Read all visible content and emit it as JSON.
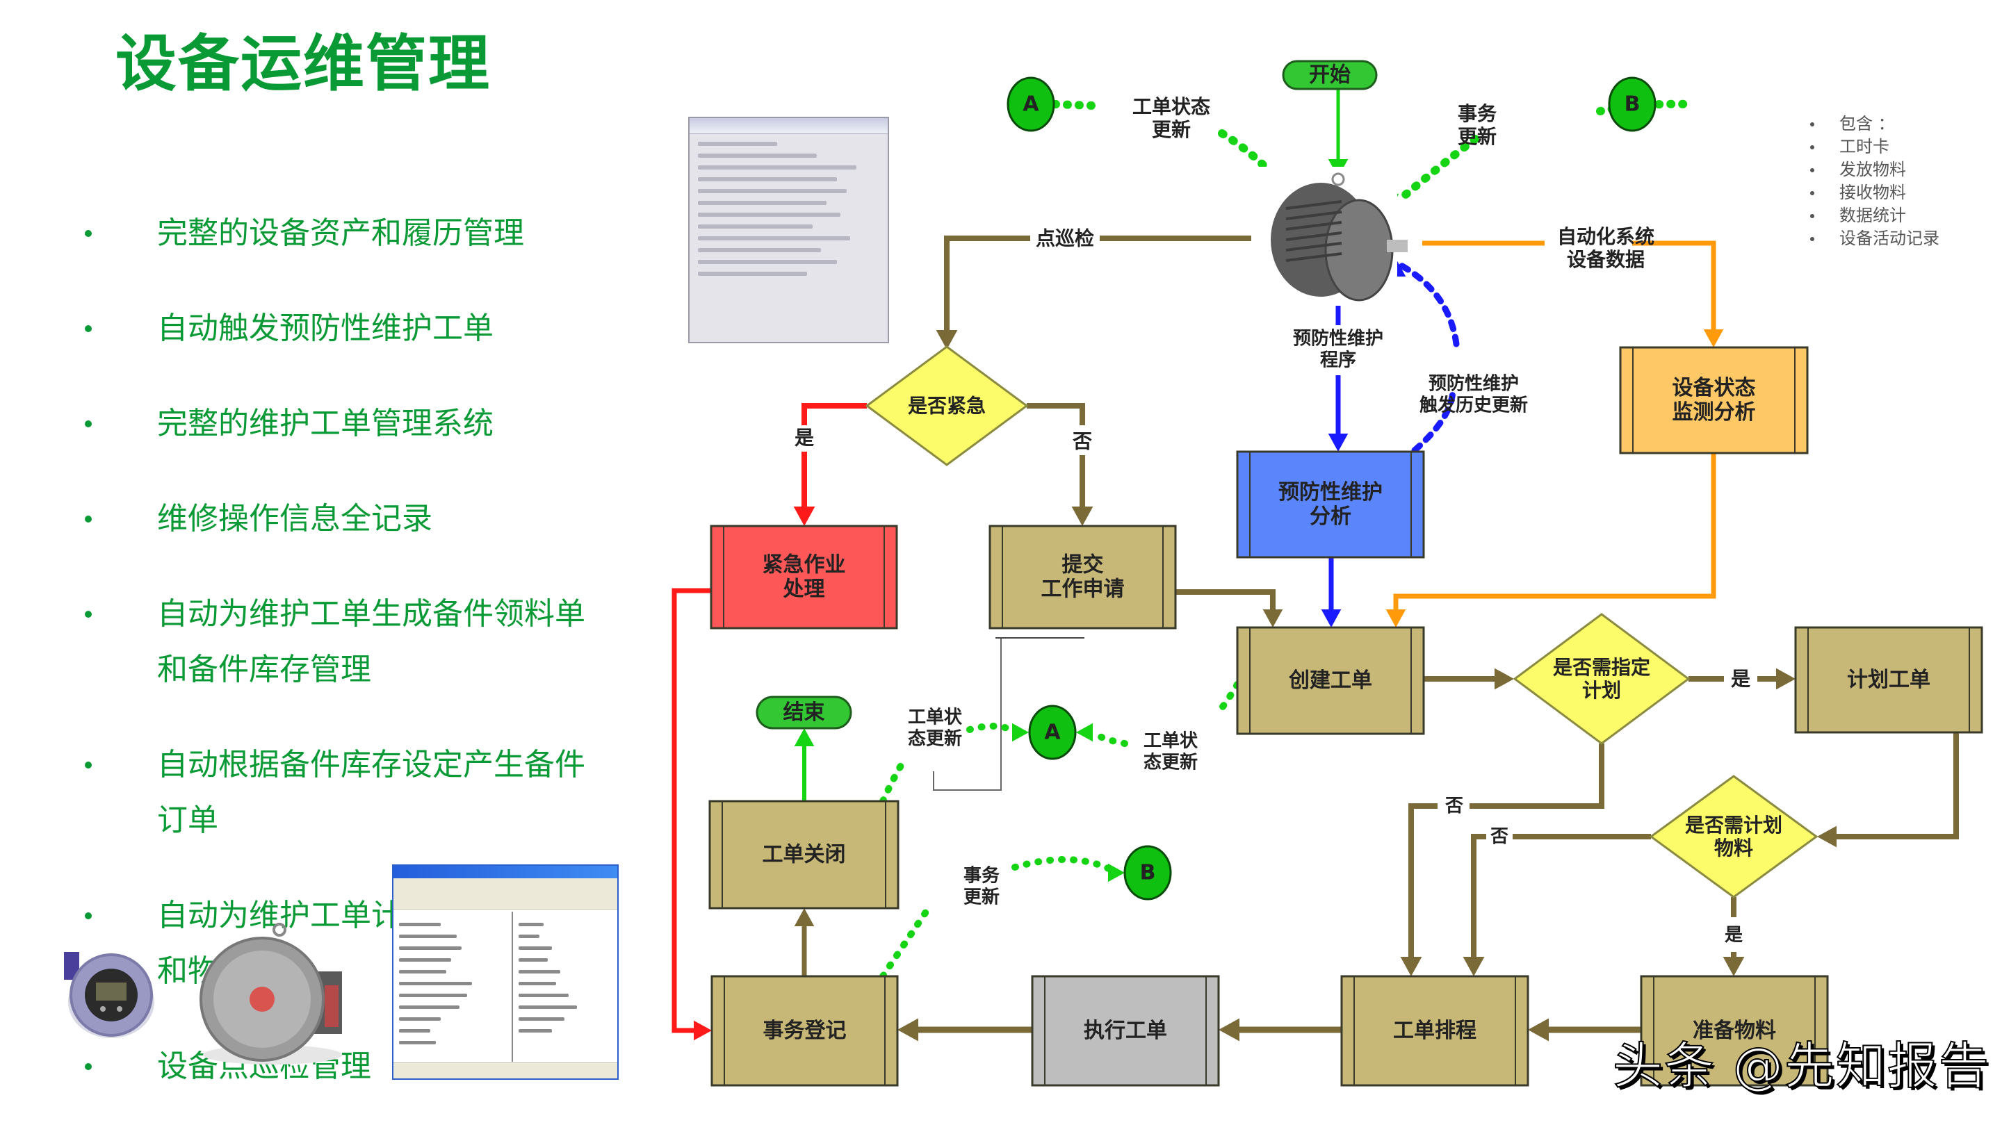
{
  "title": "设备运维管理",
  "features": [
    "完整的设备资产和履历管理",
    "自动触发预防性维护工单",
    "完整的维护工单管理系统",
    "维修操作信息全记录",
    "自动为维护工单生成备件领料单和备件库存管理",
    "自动根据备件库存设定产生备件订单",
    "自动为维护工单计算相应的人工和物料成本",
    "设备点巡检管理"
  ],
  "notes": {
    "header": "包含 ：",
    "items": [
      "工时卡",
      "发放物料",
      "接收物料",
      "数据统计",
      "设备活动记录"
    ]
  },
  "colors": {
    "brand_green": "#0a9a35",
    "process_tan": "#c8b878",
    "flow_olive": "#7a6a38",
    "urgent_red": "#fd5757",
    "pm_blue": "#5b86fb",
    "monitor_orange": "#fdc865",
    "exec_gray": "#bebebe",
    "decision_yellow": "#fcfc6a",
    "terminal_green": "#34c734"
  },
  "flowchart": {
    "terminals": {
      "start": "开始",
      "end": "结束"
    },
    "connectors": {
      "a": "A",
      "b": "B"
    },
    "processes": {
      "urgent": [
        "紧急作业",
        "处理"
      ],
      "submit": [
        "提交",
        "工作申请"
      ],
      "pm_analysis": [
        "预防性维护",
        "分析"
      ],
      "monitor": [
        "设备状态",
        "监测分析"
      ],
      "create_wo": [
        "创建工单"
      ],
      "plan_wo": [
        "计划工单"
      ],
      "close_wo": [
        "工单关闭"
      ],
      "register": [
        "事务登记"
      ],
      "execute": [
        "执行工单"
      ],
      "schedule": [
        "工单排程"
      ],
      "prepare": [
        "准备物料"
      ]
    },
    "decisions": {
      "urgent_q": [
        "是否紧急"
      ],
      "plan_q": [
        "是否需指定",
        "计划"
      ],
      "material_q": [
        "是否需计划",
        "物料"
      ]
    },
    "labels": {
      "wo_status_update_top": [
        "工单状态",
        "更新"
      ],
      "txn_update_top": [
        "事务",
        "更新"
      ],
      "inspection": "点巡检",
      "auto_system": [
        "自动化系统",
        "设备数据"
      ],
      "pm_program": [
        "预防性维护",
        "程序"
      ],
      "pm_history": [
        "预防性维护",
        "触发历史更新"
      ],
      "yes": "是",
      "no": "否",
      "wo_status_update_left": [
        "工单状",
        "态更新"
      ],
      "wo_status_update_right": [
        "工单状",
        "态更新"
      ],
      "txn_update_bottom": [
        "事务",
        "更新"
      ]
    }
  },
  "watermark": "头条 @先知报告"
}
